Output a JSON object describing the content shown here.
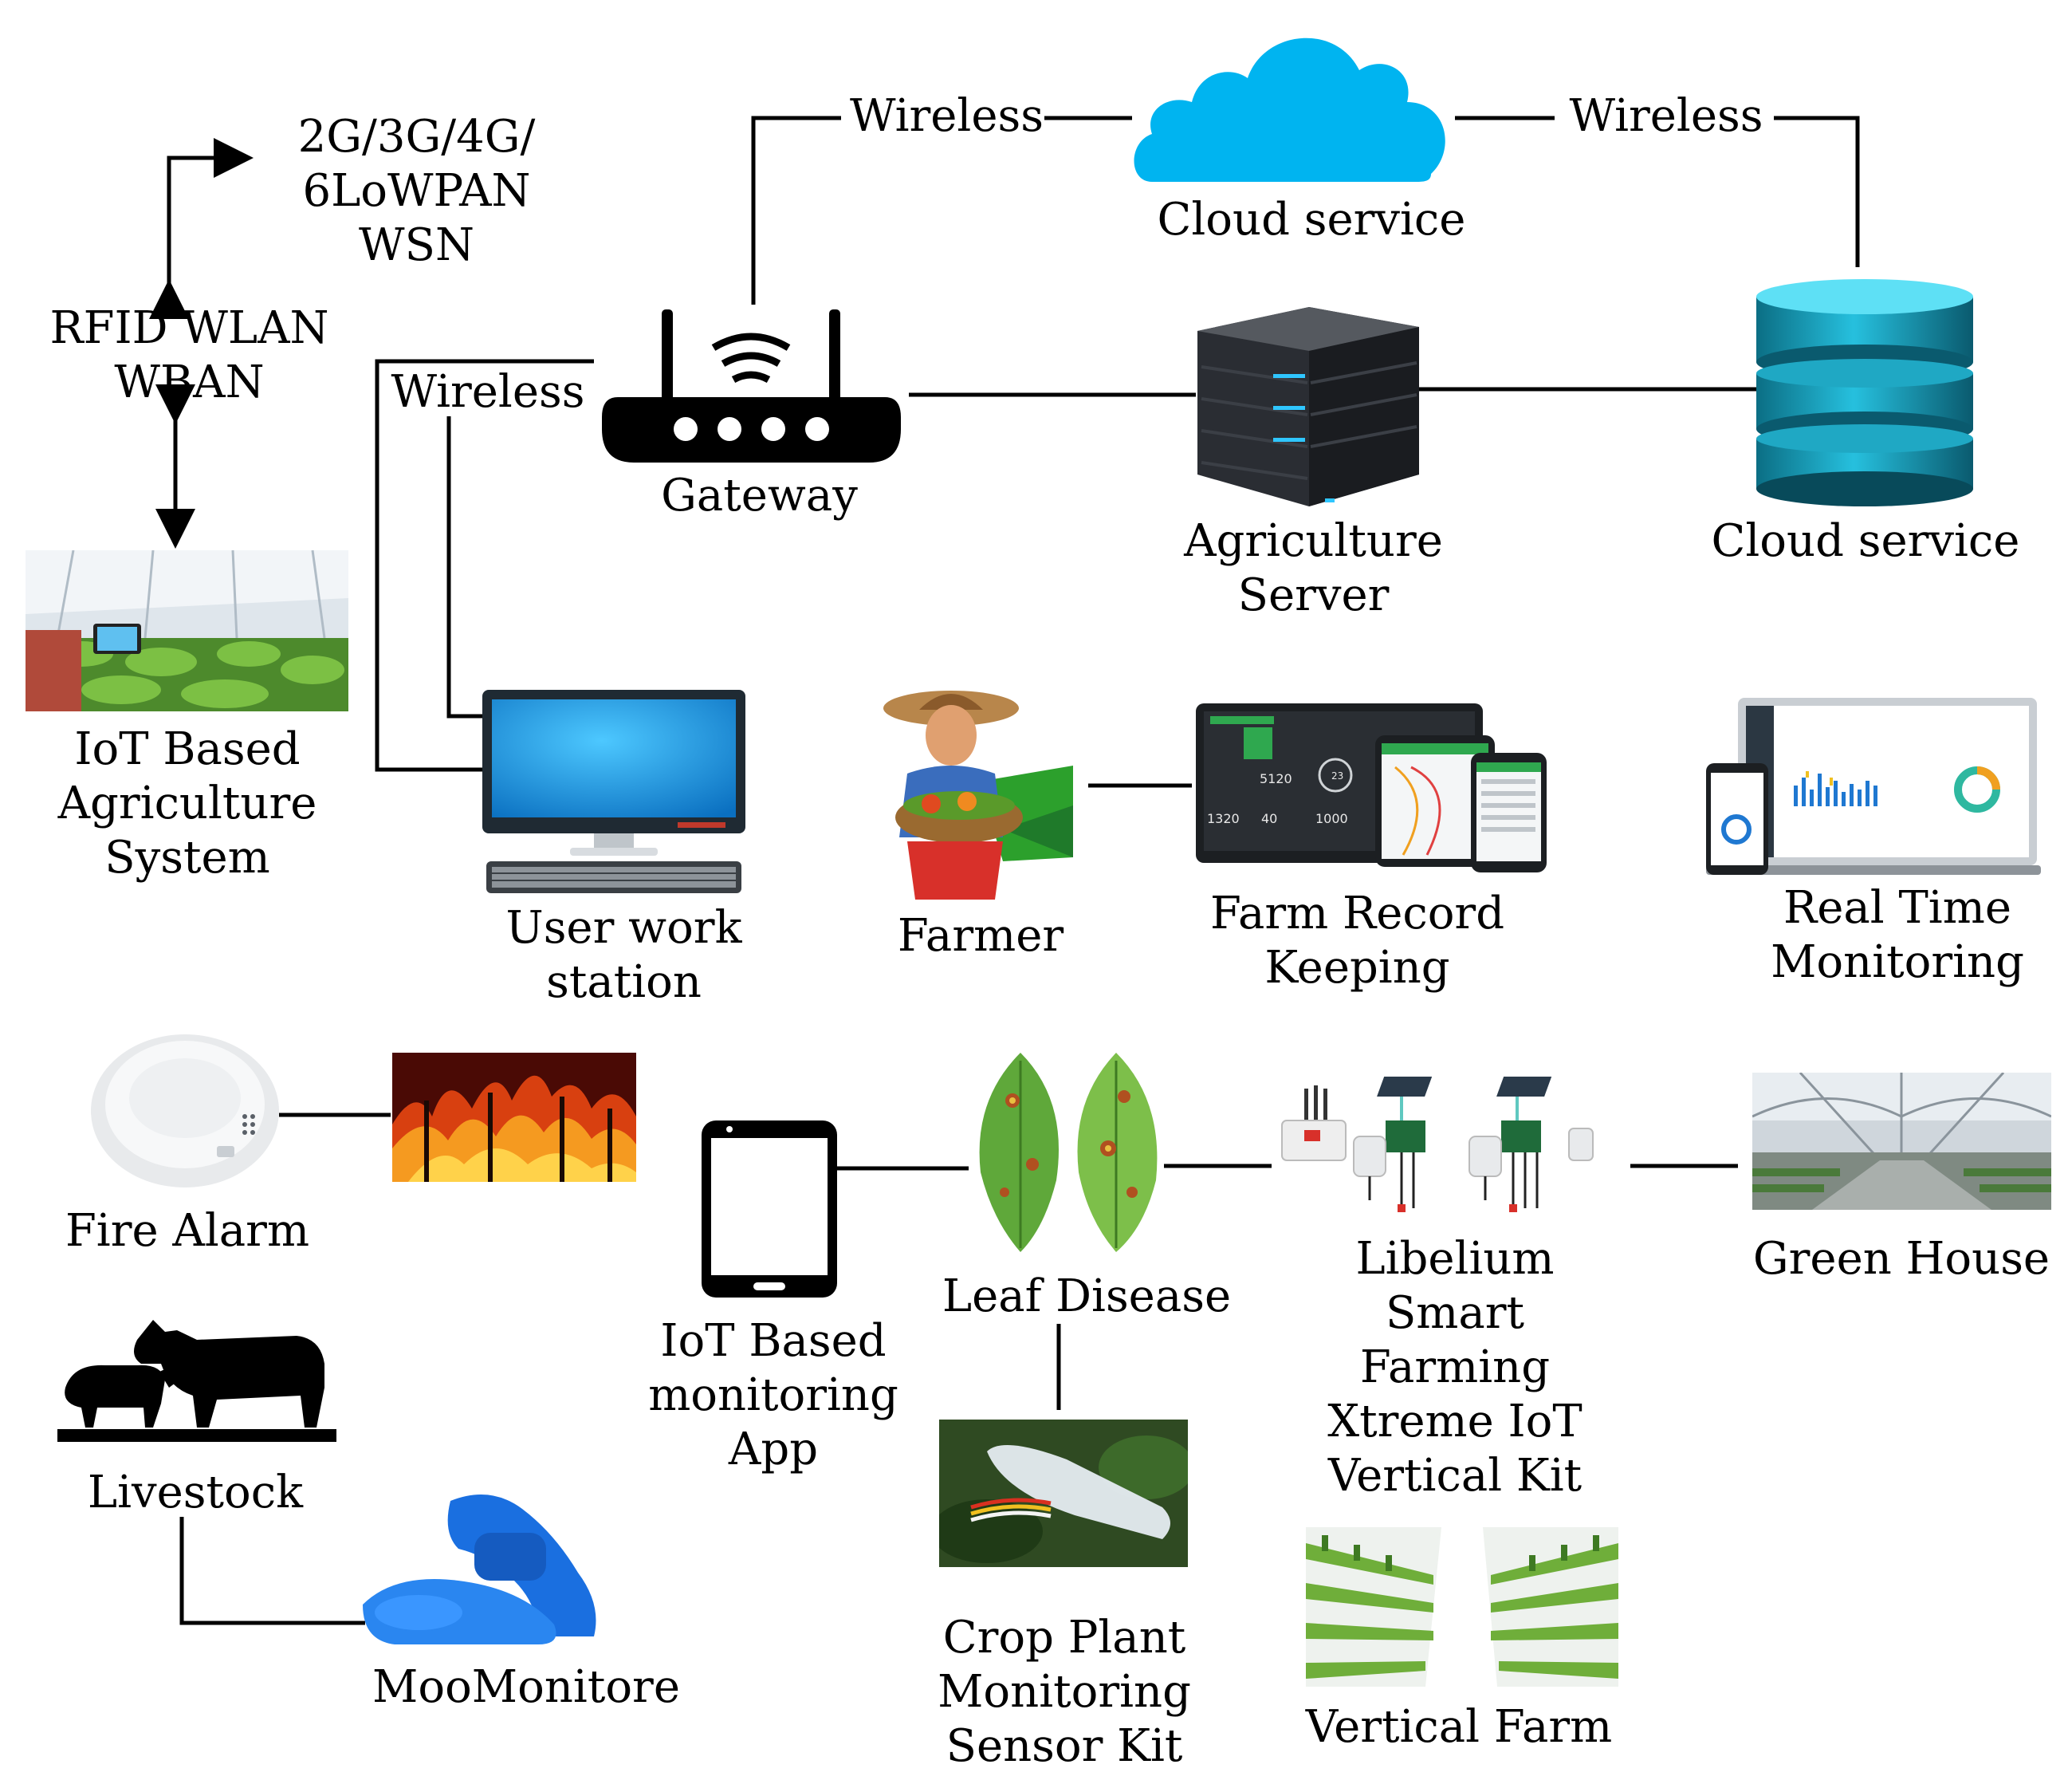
{
  "labels": {
    "network_types": "2G/3G/4G/\n6LoWPAN\nWSN",
    "rfid": "RFID WLAN\nWBAN",
    "iot_agri_system": "IoT Based\nAgriculture\nSystem",
    "wireless_left": "Wireless",
    "wireless_top_left": "Wireless",
    "wireless_top_right": "Wireless",
    "cloud_service_top": "Cloud service",
    "cloud_service_db": "Cloud service",
    "gateway": "Gateway",
    "agri_server": "Agriculture\nServer",
    "user_workstation": "User work\nstation",
    "farmer": "Farmer",
    "farm_record": "Farm Record\nKeeping",
    "realtime": "Real Time\nMonitoring",
    "fire_alarm": "Fire Alarm",
    "livestock": "Livestock",
    "moomonitore": "MooMonitore",
    "iot_app": "IoT Based\nmonitoring\nApp",
    "leaf_disease": "Leaf Disease",
    "crop_kit": "Crop Plant\nMonitoring\nSensor Kit",
    "libelium": "Libelium\nSmart\nFarming\nXtreme IoT\nVertical Kit",
    "green_house": "Green House",
    "vertical_farm": "Vertical Farm"
  },
  "dashboard_numbers": {
    "a": "5120",
    "b": "1320",
    "c": "40",
    "d": "1000",
    "e": "23"
  },
  "colors": {
    "cloud": "#00b4f0",
    "db_cyan": "#1fa8c4",
    "screen_blue": "#1aa0e8",
    "leaf_green": "#5fa83a",
    "fire": "#f07a10",
    "blue_device": "#1a6fe0",
    "line": "#000000"
  },
  "icons": [
    "cloud-icon",
    "router-icon",
    "server-icon",
    "database-icon",
    "monitor-icon",
    "farmer-icon",
    "dashboard-devices-icon",
    "laptop-phone-icon",
    "smoke-detector-icon",
    "fire-image",
    "livestock-icon",
    "collar-device-icon",
    "smartphone-icon",
    "leaf-icon",
    "sensor-kit-icon",
    "iot-kit-icon",
    "greenhouse-image",
    "vertical-farm-image"
  ]
}
